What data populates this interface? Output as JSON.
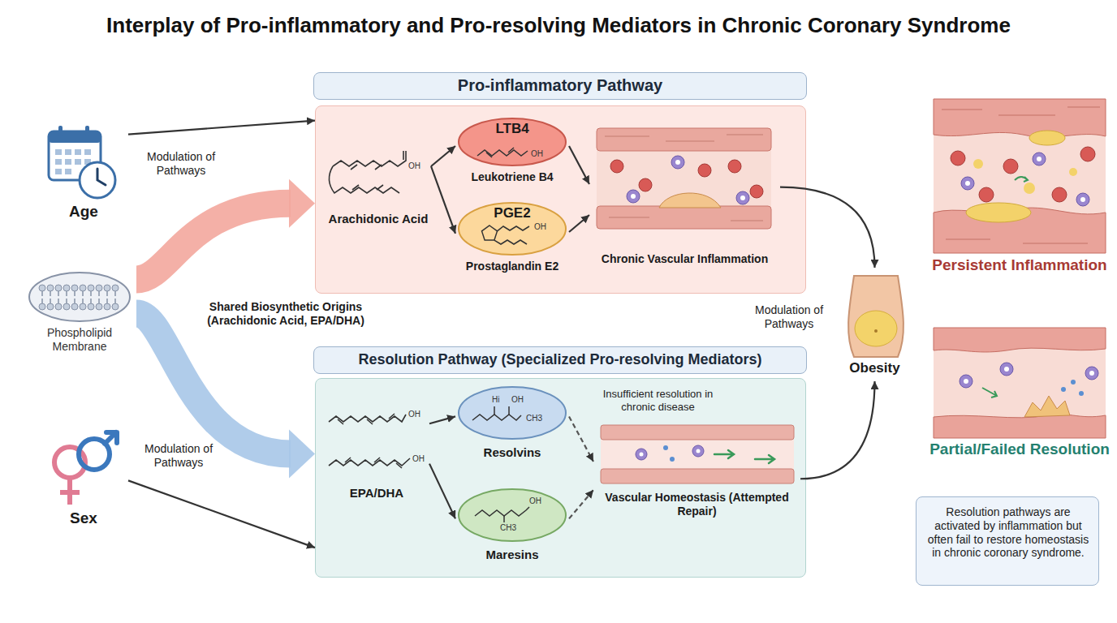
{
  "diagram": {
    "title": "Interplay of Pro-inflammatory and Pro-resolving Mediators in Chronic Coronary Syndrome",
    "nodes": [
      {
        "text": [
          "Age"
        ]
      },
      {
        "text": [
          "Phospholipid Membrane"
        ]
      },
      {
        "text": [
          "Sex"
        ]
      },
      {
        "text": [
          "Pro-inflammatory Pathway"
        ]
      },
      {
        "text": [
          "Arachidonic Acid"
        ],
        "in": 3
      },
      {
        "text": [
          "LTB4",
          "Leukotriene B4"
        ],
        "in": 3
      },
      {
        "text": [
          "PGE2",
          "Prostaglandin E2"
        ],
        "in": 3
      },
      {
        "text": [
          "Chronic Vascular Inflammation"
        ],
        "in": 3
      },
      {
        "text": [
          "Resolution Pathway (Specialized Pro-resolving Mediators)"
        ]
      },
      {
        "text": [
          "EPA/DHA"
        ],
        "in": 8
      },
      {
        "text": [
          "Resolvins"
        ],
        "in": 8
      },
      {
        "text": [
          "Maresins"
        ],
        "in": 8
      },
      {
        "text": [
          "Vascular Homeostasis (Attempted Repair)"
        ],
        "in": 8
      },
      {
        "text": [
          "Obesity"
        ]
      },
      {
        "text": [
          "Persistent Inflammation"
        ]
      },
      {
        "text": [
          "Partial/Failed Resolution"
        ]
      },
      {
        "text": [
          "Resolution pathways are activated by inflammation but often fail to restore homeostasis in chronic coronary syndrome."
        ]
      }
    ],
    "edges": [
      {
        "from": 0,
        "to": 3,
        "label": "Modulation of Pathways",
        "arrow": "to"
      },
      {
        "from": 2,
        "to": 8,
        "label": "Modulation of Pathways",
        "arrow": "to"
      },
      {
        "from": 1,
        "to": 3,
        "arrow": "to"
      },
      {
        "from": 1,
        "to": 8,
        "arrow": "to"
      },
      {
        "from": 4,
        "to": 5,
        "arrow": "to"
      },
      {
        "from": 4,
        "to": 6,
        "arrow": "to"
      },
      {
        "from": 5,
        "to": 7,
        "arrow": "to"
      },
      {
        "from": 6,
        "to": 7,
        "arrow": "to"
      },
      {
        "from": 9,
        "to": 10,
        "arrow": "to"
      },
      {
        "from": 9,
        "to": 11,
        "arrow": "to"
      },
      {
        "from": 10,
        "to": 12,
        "label": "Insufficient resolution in chronic disease",
        "arrow": "to"
      },
      {
        "from": 11,
        "to": 12,
        "arrow": "to"
      },
      {
        "from": 7,
        "to": 13,
        "label": "Modulation of Pathways",
        "arrow": "to"
      },
      {
        "from": 12,
        "to": 13,
        "arrow": "to"
      }
    ],
    "labels": [
      "Shared Biosynthetic Origins (Arachidonic Acid, EPA/DHA)",
      "OH",
      "OH",
      "OH",
      "OH",
      "OH",
      "Hi",
      "OH",
      "CH3",
      "OH",
      "CH3"
    ]
  }
}
